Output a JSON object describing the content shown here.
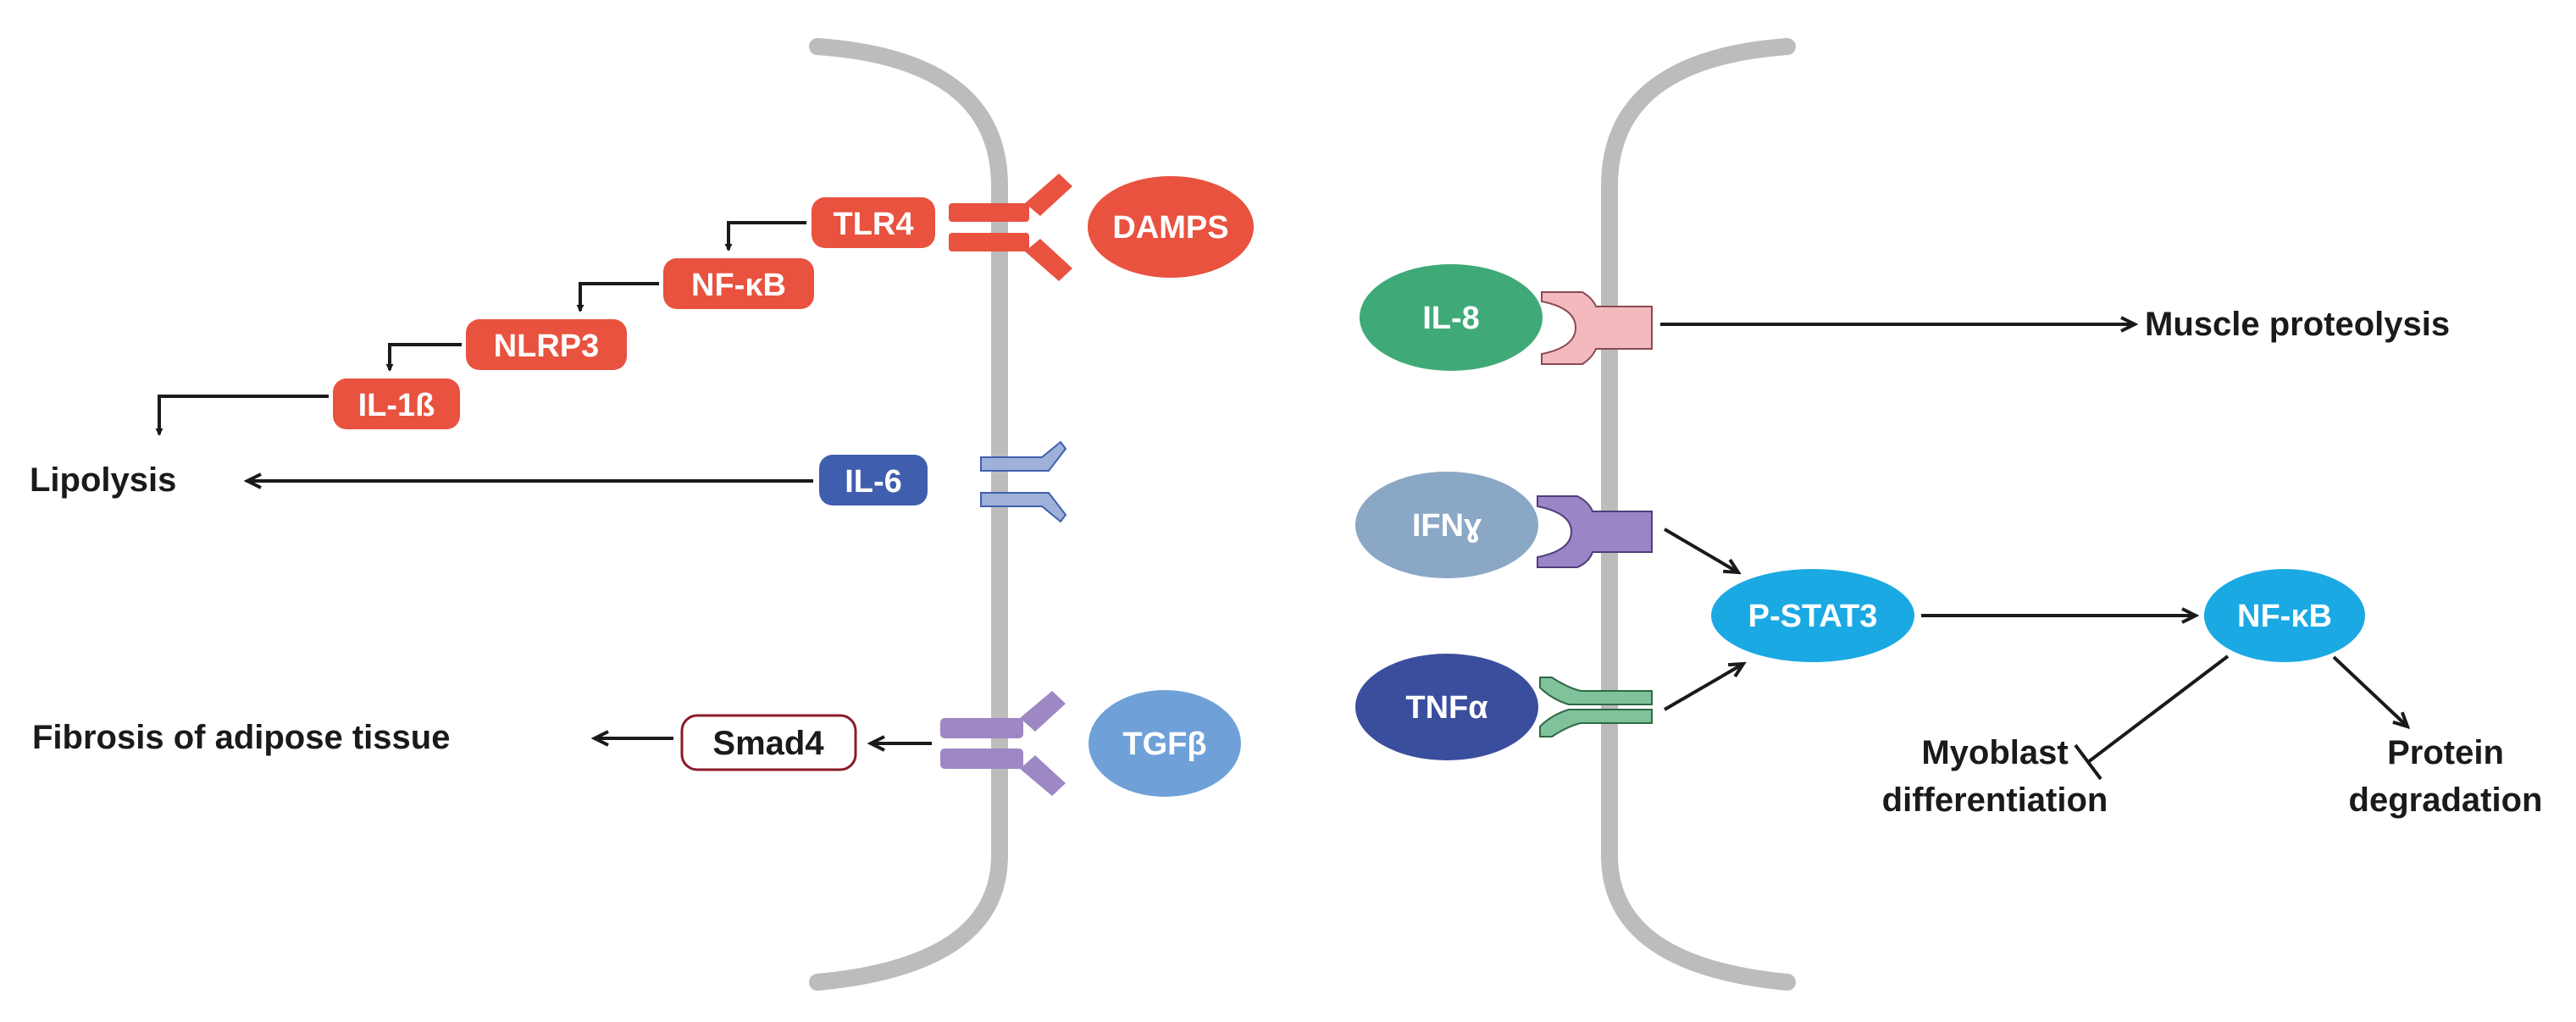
{
  "left_panel": {
    "damps": "DAMPS",
    "tlr4": "TLR4",
    "nfkb": "NF-κB",
    "nlrp3": "NLRP3",
    "il1b": "IL-1ß",
    "lipolysis": "Lipolysis",
    "il6": "IL-6",
    "tgfb": "TGFβ",
    "smad4": "Smad4",
    "fibrosis": "Fibrosis of adipose tissue"
  },
  "right_panel": {
    "il8": "IL-8",
    "muscle_proteolysis": "Muscle proteolysis",
    "ifng": "IFNɣ",
    "tnfa": "TNFα",
    "pstat3": "P-STAT3",
    "nfkb": "NF-κB",
    "myoblast_line1": "Myoblast",
    "myoblast_line2": "differentiation",
    "protein_line1": "Protein",
    "protein_line2": "degradation"
  },
  "colors": {
    "membrane": "#bcbcbc",
    "red": "#e8523f",
    "il6_blue": "#3f5fae",
    "il6_receptor": "#9fb1d9",
    "tgfb": "#6fa1d8",
    "tgfb_receptor": "#9d88c4",
    "il8": "#3faa78",
    "il8_receptor": "#f3b9bf",
    "ifng": "#8aa7c6",
    "ifng_receptor": "#9a86c6",
    "tnfa": "#3b4e9e",
    "tnfa_receptor": "#7fc29b",
    "cyan": "#1ba9e3",
    "arrow": "#1a1a1a"
  }
}
